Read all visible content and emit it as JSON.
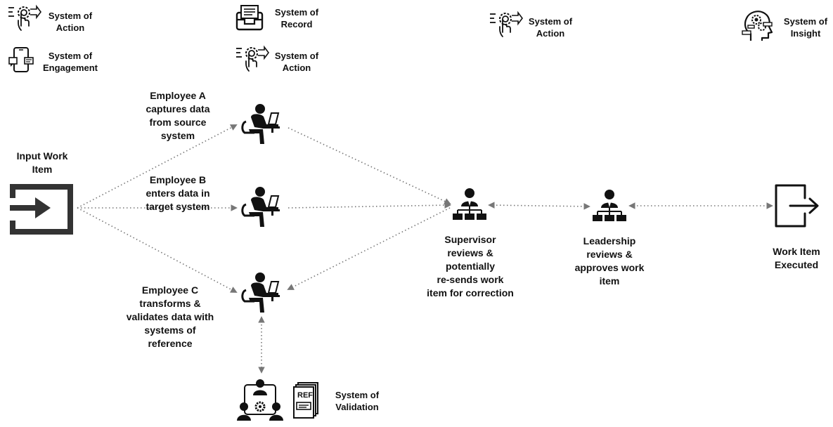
{
  "labels": {
    "legend_action_1": "System of\nAction",
    "legend_engagement": "System of\nEngagement",
    "legend_record": "System of\nRecord",
    "legend_action_2": "System of\nAction",
    "legend_action_3": "System of\nAction",
    "legend_insight": "System of\nInsight",
    "input": "Input Work\nItem",
    "employee_a": "Employee A\ncaptures data\nfrom source\nsystem",
    "employee_b": "Employee B\nenters data in\ntarget system",
    "employee_c": "Employee C\ntransforms &\nvalidates data with\nsystems of\nreference",
    "supervisor": "Supervisor\nreviews &\npotentially\nre-sends work\nitem for correction",
    "leadership": "Leadership\nreviews &\napproves work\nitem",
    "executed": "Work Item\nExecuted",
    "validation": "System of\nValidation",
    "ref_tag": "REF"
  },
  "icons": {
    "action": "gear-hand-icon",
    "engagement": "tablet-chat-icon",
    "record": "inbox-tray-icon",
    "insight": "head-gears-icon",
    "input": "sign-in-arrow-icon",
    "employee": "person-at-desk-icon",
    "supervisor": "hierarchy-person-icon",
    "executed": "exit-door-arrow-icon",
    "team": "team-gear-icon",
    "reference": "ref-document-icon"
  },
  "colors": {
    "ink": "#111111",
    "connector": "#777777"
  }
}
